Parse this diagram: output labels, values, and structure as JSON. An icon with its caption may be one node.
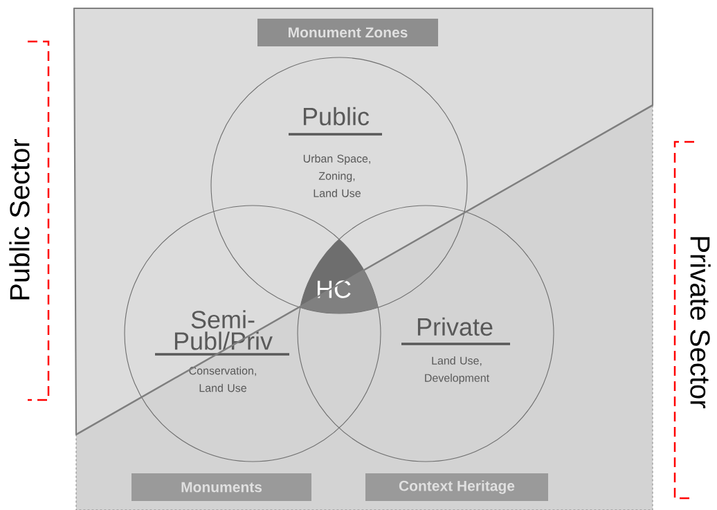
{
  "diagram": {
    "nodes": [
      {
        "text": [
          "Monument Zones"
        ]
      },
      {
        "text": [
          "Public",
          "Urban Space, Zoning, Land Use"
        ]
      },
      {
        "text": [
          "Semi- Publ/Priv",
          "Conservation, Land Use"
        ]
      },
      {
        "text": [
          "Private",
          "Land Use, Development"
        ]
      },
      {
        "text": [
          "HC"
        ]
      },
      {
        "text": [
          "Monuments"
        ]
      },
      {
        "text": [
          "Context Heritage"
        ]
      }
    ],
    "labels": [
      "Public Sector",
      "Private Sector"
    ]
  }
}
